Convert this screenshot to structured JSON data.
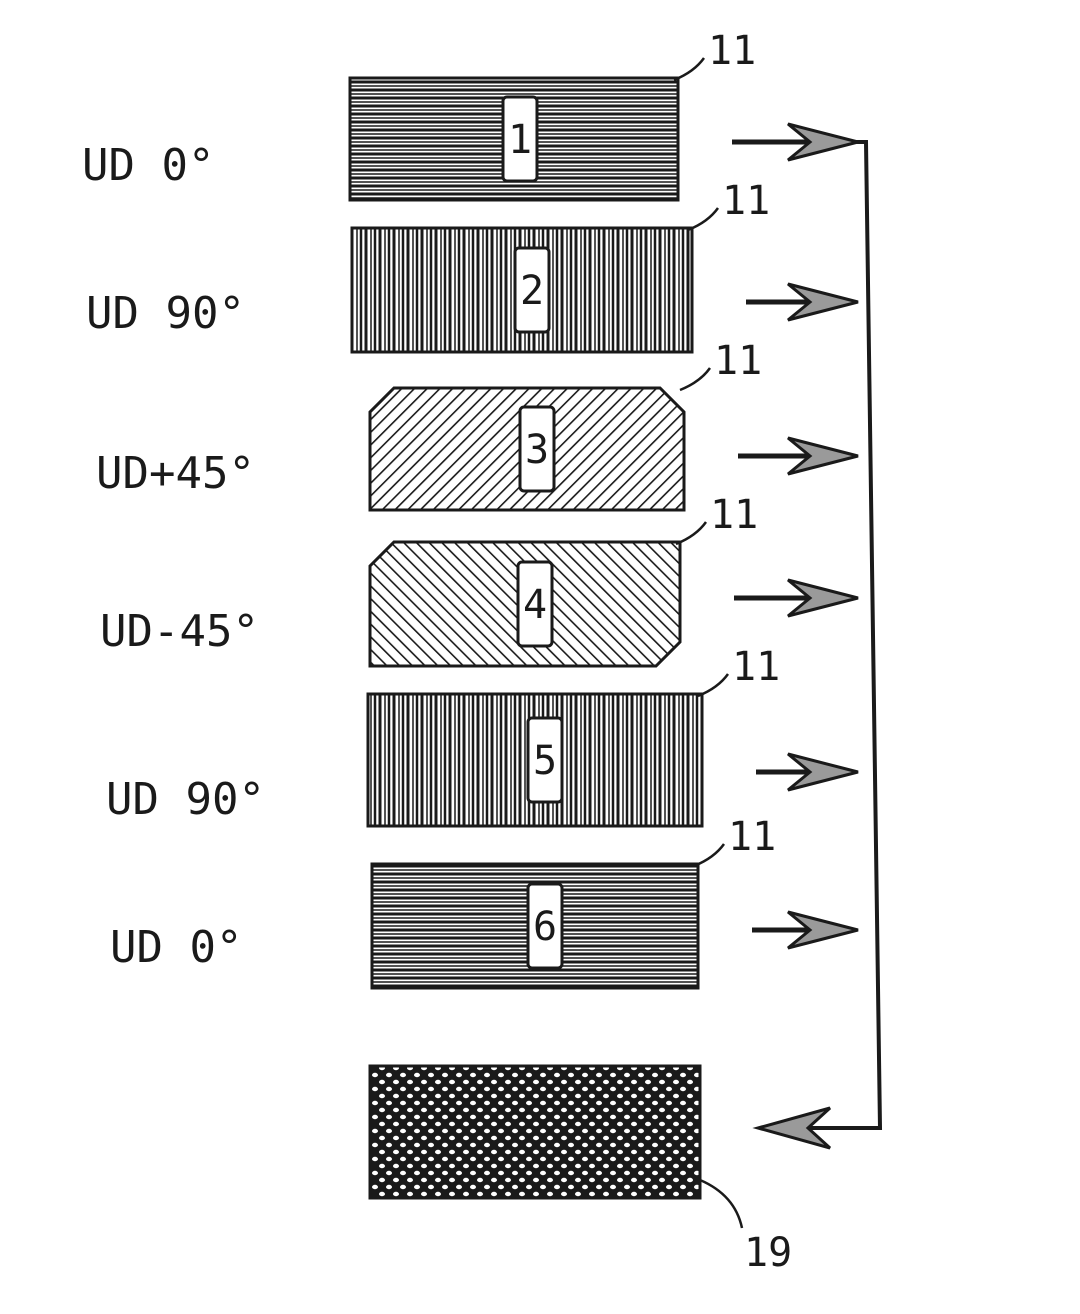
{
  "figure": {
    "plies": [
      {
        "orientation": "UD 0°",
        "number": "1",
        "ref": "11",
        "pattern": "horizontal"
      },
      {
        "orientation": "UD 90°",
        "number": "2",
        "ref": "11",
        "pattern": "vertical"
      },
      {
        "orientation": "UD+45°",
        "number": "3",
        "ref": "11",
        "pattern": "diag-pos"
      },
      {
        "orientation": "UD-45°",
        "number": "4",
        "ref": "11",
        "pattern": "diag-neg"
      },
      {
        "orientation": "UD 90°",
        "number": "5",
        "ref": "11",
        "pattern": "vertical"
      },
      {
        "orientation": "UD 0°",
        "number": "6",
        "ref": "11",
        "pattern": "horizontal"
      }
    ],
    "stack": {
      "ref": "19",
      "pattern": "woven"
    },
    "colors": {
      "ink": "#1a1a1a",
      "paper": "#ffffff"
    }
  }
}
